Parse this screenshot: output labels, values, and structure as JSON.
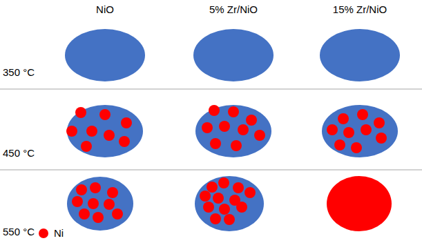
{
  "diagram": {
    "labels": [
      "NiO",
      "5% Zr/NiO",
      "15% Zr/NiO",
      "350 °C",
      "450 °C",
      "550 °C"
    ],
    "legend": [
      {
        "text": "Ni",
        "color": "#ff0000"
      }
    ]
  }
}
